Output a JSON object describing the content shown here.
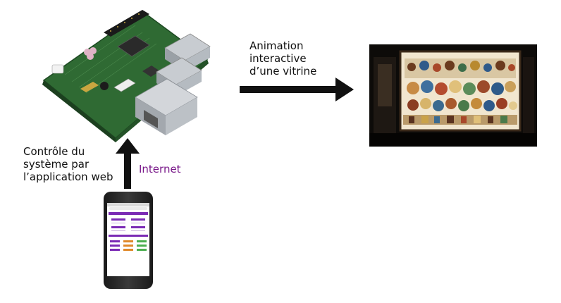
{
  "labels": {
    "animation": [
      "Animation",
      "interactive",
      "d’une vitrine"
    ],
    "control": [
      "Contrôle du",
      "système par",
      "l’application web"
    ],
    "network": "Internet"
  },
  "colors": {
    "arrow": "#111111",
    "network_text": "#7a1a8a",
    "pcb_green": "#2f6a33",
    "app_purple": "#7b2bb5"
  },
  "nodes": {
    "device": "raspberry-pi-board",
    "output": "shop-window-photo",
    "client": "smartphone-web-app"
  }
}
